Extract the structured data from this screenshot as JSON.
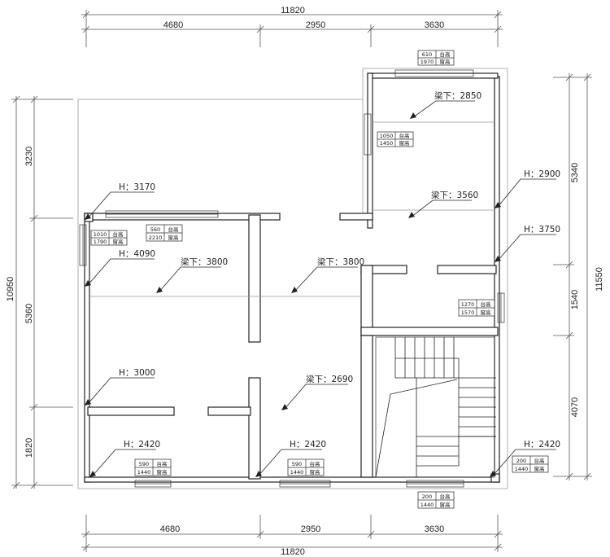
{
  "dimensions": {
    "top_total": "11820",
    "top_segments": [
      "4680",
      "2950",
      "3630"
    ],
    "bottom_segments": [
      "4680",
      "2950",
      "3630"
    ],
    "bottom_total": "11820",
    "left_total": "10950",
    "left_segments": [
      "3230",
      "5360",
      "1820"
    ],
    "right_total": "11550",
    "right_segments": [
      "5340",
      "1540",
      "4070"
    ]
  },
  "height_labels": [
    {
      "id": "h-3170",
      "text": "H：3170"
    },
    {
      "id": "h-4090",
      "text": "H：4090"
    },
    {
      "id": "h-3000",
      "text": "H：3000"
    },
    {
      "id": "h-2420-a",
      "text": "H：2420"
    },
    {
      "id": "h-2420-b",
      "text": "H：2420"
    },
    {
      "id": "h-2420-c",
      "text": "H：2420"
    },
    {
      "id": "h-2900",
      "text": "H：2900"
    },
    {
      "id": "h-3750",
      "text": "H：3750"
    }
  ],
  "beam_labels": [
    {
      "id": "beam-2850",
      "text": "梁下：2850"
    },
    {
      "id": "beam-3560",
      "text": "梁下：3560"
    },
    {
      "id": "beam-3800-a",
      "text": "梁下：3800"
    },
    {
      "id": "beam-3800-b",
      "text": "梁下：3800"
    },
    {
      "id": "beam-2690",
      "text": "梁下：2690"
    }
  ],
  "window_tags": [
    {
      "id": "tag-610",
      "top": "610",
      "top_unit": "台高",
      "bottom": "1970",
      "bottom_unit": "窗高"
    },
    {
      "id": "tag-1050",
      "top": "1050",
      "top_unit": "台高",
      "bottom": "1450",
      "bottom_unit": "窗高"
    },
    {
      "id": "tag-1010",
      "top": "1010",
      "top_unit": "台高",
      "bottom": "1790",
      "bottom_unit": "窗高"
    },
    {
      "id": "tag-560",
      "top": "560",
      "top_unit": "台高",
      "bottom": "2210",
      "bottom_unit": "窗高"
    },
    {
      "id": "tag-1270",
      "top": "1270",
      "top_unit": "台高",
      "bottom": "1570",
      "bottom_unit": "窗高"
    },
    {
      "id": "tag-590-a",
      "top": "590",
      "top_unit": "台高",
      "bottom": "1440",
      "bottom_unit": "窗高"
    },
    {
      "id": "tag-590-b",
      "top": "590",
      "top_unit": "台高",
      "bottom": "1440",
      "bottom_unit": "窗高"
    },
    {
      "id": "tag-200-a",
      "top": "200",
      "top_unit": "台高",
      "bottom": "1440",
      "bottom_unit": "窗高"
    },
    {
      "id": "tag-200-b",
      "top": "200",
      "top_unit": "台高",
      "bottom": "1440",
      "bottom_unit": "窗高"
    }
  ]
}
